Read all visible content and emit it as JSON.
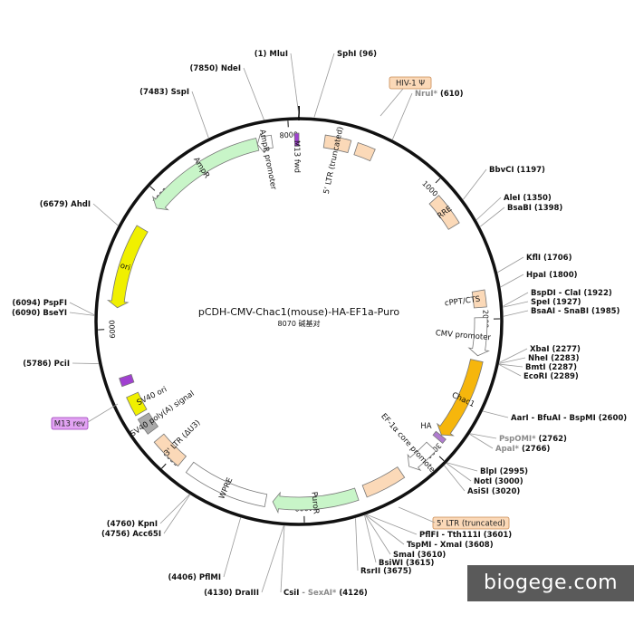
{
  "plasmid": {
    "name": "pCDH-CMV-Chac1(mouse)-HA-EF1a-Puro",
    "length_label": "8070 碱基对",
    "total_bp": 8070
  },
  "ticks": [
    "1000",
    "2000",
    "3000",
    "4000",
    "5000",
    "6000",
    "7000",
    "8000"
  ],
  "features": [
    {
      "id": "ltr5a",
      "label": "5' LTR (truncated)",
      "start": 181,
      "end": 362,
      "color": "#fbd9b8",
      "arrow": false
    },
    {
      "id": "hiv-psi",
      "label": "",
      "start": 410,
      "end": 536,
      "color": "#fbd9b8",
      "arrow": false
    },
    {
      "id": "rre",
      "label": "RRE",
      "start": 1075,
      "end": 1309,
      "color": "#fbd9b8",
      "arrow": false
    },
    {
      "id": "cppt",
      "label": "cPPT/CTS",
      "start": 1800,
      "end": 1918,
      "color": "#fbd9b8",
      "arrow": false
    },
    {
      "id": "cmv",
      "label": "CMV promoter",
      "start": 1990,
      "end": 2260,
      "color": "#ffffff",
      "arrow": true
    },
    {
      "id": "chac1",
      "label": "Chac1",
      "start": 2295,
      "end": 2880,
      "color": "#f6b60c",
      "arrow": true
    },
    {
      "id": "ha",
      "label": "HA",
      "start": 2885,
      "end": 2920,
      "color": "#b07cd0",
      "arrow": false
    },
    {
      "id": "ef1a",
      "label": "EF-1α core promoter",
      "start": 2990,
      "end": 3200,
      "color": "#ffffff",
      "arrow": true
    },
    {
      "id": "ltr5b",
      "label": "",
      "start": 3270,
      "end": 3560,
      "color": "#fbd9b8",
      "arrow": false
    },
    {
      "id": "puro",
      "label": "PuroR",
      "start": 3620,
      "end": 4220,
      "color": "#c8f5c8",
      "arrow": true
    },
    {
      "id": "wpre",
      "label": "WPRE",
      "start": 4270,
      "end": 4860,
      "color": "#ffffff",
      "arrow": false
    },
    {
      "id": "ltr3",
      "label": "3' LTR (ΔU3)",
      "start": 4930,
      "end": 5160,
      "color": "#fbd9b8",
      "arrow": false
    },
    {
      "id": "sv40pa",
      "label": "SV40 poly(A) signal",
      "start": 5230,
      "end": 5350,
      "color": "#aaaaaa",
      "arrow": false
    },
    {
      "id": "sv40ori",
      "label": "SV40 ori",
      "start": 5380,
      "end": 5520,
      "color": "#f0f000",
      "arrow": false
    },
    {
      "id": "m13rev",
      "label": "",
      "start": 5600,
      "end": 5660,
      "color": "#a040d0",
      "arrow": false
    },
    {
      "id": "ori",
      "label": "ori",
      "start": 6150,
      "end": 6740,
      "color": "#f0f000",
      "arrow": true
    },
    {
      "id": "ampr",
      "label": "AmpR",
      "start": 6915,
      "end": 7775,
      "color": "#c8f5c8",
      "arrow": true
    },
    {
      "id": "ampprom",
      "label": "AmpR promoter",
      "start": 7775,
      "end": 7880,
      "color": "#ffffff",
      "arrow": true
    },
    {
      "id": "m13fwd",
      "label": "M13 fwd",
      "start": 8040,
      "end": 8070,
      "color": "#a040d0",
      "arrow": false
    }
  ],
  "tags": [
    {
      "id": "tag-hiv",
      "text": "HIV-1 Ψ",
      "bg": "#fbd9b8",
      "border": "#c98a54"
    },
    {
      "id": "tag-ltr",
      "text": "5' LTR (truncated)",
      "bg": "#fbd9b8",
      "border": "#c98a54"
    },
    {
      "id": "tag-m13rev",
      "text": "M13 rev",
      "bg": "#e2a3f3",
      "border": "#9a3cb8"
    }
  ],
  "sites": [
    {
      "id": "mlui",
      "name": "MluI",
      "pos": "(1)",
      "bp": 1,
      "dim": false
    },
    {
      "id": "sphi",
      "name": "SphI",
      "pos": "(96)",
      "bp": 96,
      "dim": false
    },
    {
      "id": "nrui",
      "name": "NruI*",
      "pos": "(610)",
      "bp": 610,
      "dim": true
    },
    {
      "id": "bbvci",
      "name": "BbvCI",
      "pos": "(1197)",
      "bp": 1197,
      "dim": false
    },
    {
      "id": "alei",
      "name": "AleI",
      "pos": "(1350)",
      "bp": 1350,
      "dim": false
    },
    {
      "id": "bsabi",
      "name": "BsaBI",
      "pos": "(1398)",
      "bp": 1398,
      "dim": false
    },
    {
      "id": "kfli",
      "name": "KflI",
      "pos": "(1706)",
      "bp": 1706,
      "dim": false
    },
    {
      "id": "hpai",
      "name": "HpaI",
      "pos": "(1800)",
      "bp": 1800,
      "dim": false
    },
    {
      "id": "bspdi",
      "name": "BspDI - ClaI",
      "pos": "(1922)",
      "bp": 1922,
      "dim": false
    },
    {
      "id": "spei",
      "name": "SpeI",
      "pos": "(1927)",
      "bp": 1927,
      "dim": false
    },
    {
      "id": "bsaai",
      "name": "BsaAI - SnaBI",
      "pos": "(1985)",
      "bp": 1985,
      "dim": false
    },
    {
      "id": "xbai",
      "name": "XbaI",
      "pos": "(2277)",
      "bp": 2277,
      "dim": false
    },
    {
      "id": "nhei",
      "name": "NheI",
      "pos": "(2283)",
      "bp": 2283,
      "dim": false
    },
    {
      "id": "bmti",
      "name": "BmtI",
      "pos": "(2287)",
      "bp": 2287,
      "dim": false
    },
    {
      "id": "ecori",
      "name": "EcoRI",
      "pos": "(2289)",
      "bp": 2289,
      "dim": false
    },
    {
      "id": "aari",
      "name": "AarI - BfuAI - BspMI",
      "pos": "(2600)",
      "bp": 2600,
      "dim": false
    },
    {
      "id": "pspomi",
      "name": "PspOMI*",
      "pos": "(2762)",
      "bp": 2762,
      "dim": true
    },
    {
      "id": "apai",
      "name": "ApaI*",
      "pos": "(2766)",
      "bp": 2766,
      "dim": true
    },
    {
      "id": "blpi",
      "name": "BlpI",
      "pos": "(2995)",
      "bp": 2995,
      "dim": false
    },
    {
      "id": "noti",
      "name": "NotI",
      "pos": "(3000)",
      "bp": 3000,
      "dim": false
    },
    {
      "id": "asisi",
      "name": "AsiSI",
      "pos": "(3020)",
      "bp": 3020,
      "dim": false
    },
    {
      "id": "pflfi",
      "name": "PflFI - Tth111I",
      "pos": "(3601)",
      "bp": 3601,
      "dim": false
    },
    {
      "id": "tspmi",
      "name": "TspMI - XmaI",
      "pos": "(3608)",
      "bp": 3608,
      "dim": false
    },
    {
      "id": "smai",
      "name": "SmaI",
      "pos": "(3610)",
      "bp": 3610,
      "dim": false
    },
    {
      "id": "bsiwi",
      "name": "BsiWI",
      "pos": "(3615)",
      "bp": 3615,
      "dim": false
    },
    {
      "id": "rsrii",
      "name": "RsrII",
      "pos": "(3675)",
      "bp": 3675,
      "dim": false
    },
    {
      "id": "csii",
      "name": "CsiI",
      "name2": " - SexAI*",
      "pos": "(4126)",
      "bp": 4126,
      "dim": false
    },
    {
      "id": "draiii",
      "name": "DraIII",
      "pos": "(4130)",
      "bp": 4130,
      "dim": false
    },
    {
      "id": "pflmi",
      "name": "PflMI",
      "pos": "(4406)",
      "bp": 4406,
      "dim": false
    },
    {
      "id": "kpni",
      "name": "KpnI",
      "pos": "(4760)",
      "bp": 4760,
      "dim": false
    },
    {
      "id": "acc65i",
      "name": "Acc65I",
      "pos": "(4756)",
      "bp": 4756,
      "dim": false
    },
    {
      "id": "pcii",
      "name": "PciI",
      "pos": "(5786)",
      "bp": 5786,
      "dim": false
    },
    {
      "id": "pspfi",
      "name": "PspFI",
      "pos": "(6094)",
      "bp": 6094,
      "dim": false
    },
    {
      "id": "bseyi",
      "name": "BseYI",
      "pos": "(6090)",
      "bp": 6090,
      "dim": false
    },
    {
      "id": "ahdi",
      "name": "AhdI",
      "pos": "(6679)",
      "bp": 6679,
      "dim": false
    },
    {
      "id": "sspi",
      "name": "SspI",
      "pos": "(7483)",
      "bp": 7483,
      "dim": false
    },
    {
      "id": "ndei",
      "name": "NdeI",
      "pos": "(7850)",
      "bp": 7850,
      "dim": false
    }
  ],
  "watermark": "biogege.com"
}
